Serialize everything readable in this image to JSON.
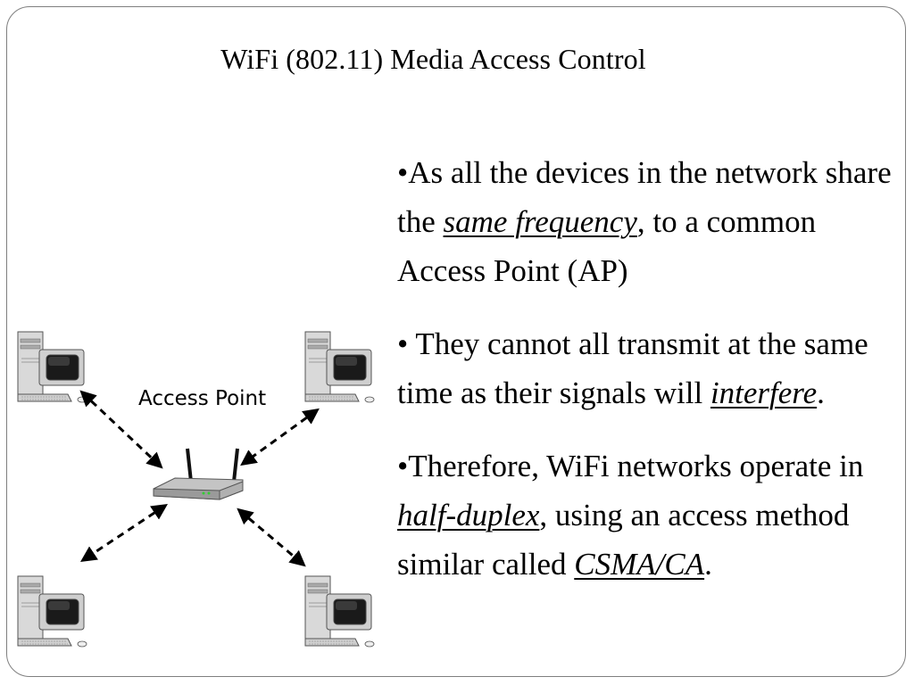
{
  "slide": {
    "title": "WiFi (802.11) Media Access Control",
    "bullets": [
      {
        "marker": "•",
        "text_before": "As all the devices in the network share the ",
        "emphasis": "same frequency",
        "text_after": ", to a common Access Point (AP)"
      },
      {
        "marker": "•",
        "text_before": " They cannot all transmit at the same time as their signals will ",
        "emphasis": "interfere",
        "text_after": "."
      },
      {
        "marker": "•",
        "text_before": "Therefore, WiFi networks operate in ",
        "emphasis": "half-duplex",
        "text_after": ", using an access method similar called ",
        "emphasis2": "CSMA/CA",
        "text_after2": "."
      }
    ]
  },
  "diagram": {
    "access_point_label": "Access Point",
    "devices": [
      "computer-icon",
      "computer-icon",
      "computer-icon",
      "computer-icon"
    ],
    "center_device": "wireless-router-icon",
    "link_style": "dashed-double-arrow"
  },
  "colors": {
    "border": "#7f7f7f",
    "text": "#000000",
    "computer_body": "#c8c8c8",
    "screen": "#1a1a1a"
  }
}
